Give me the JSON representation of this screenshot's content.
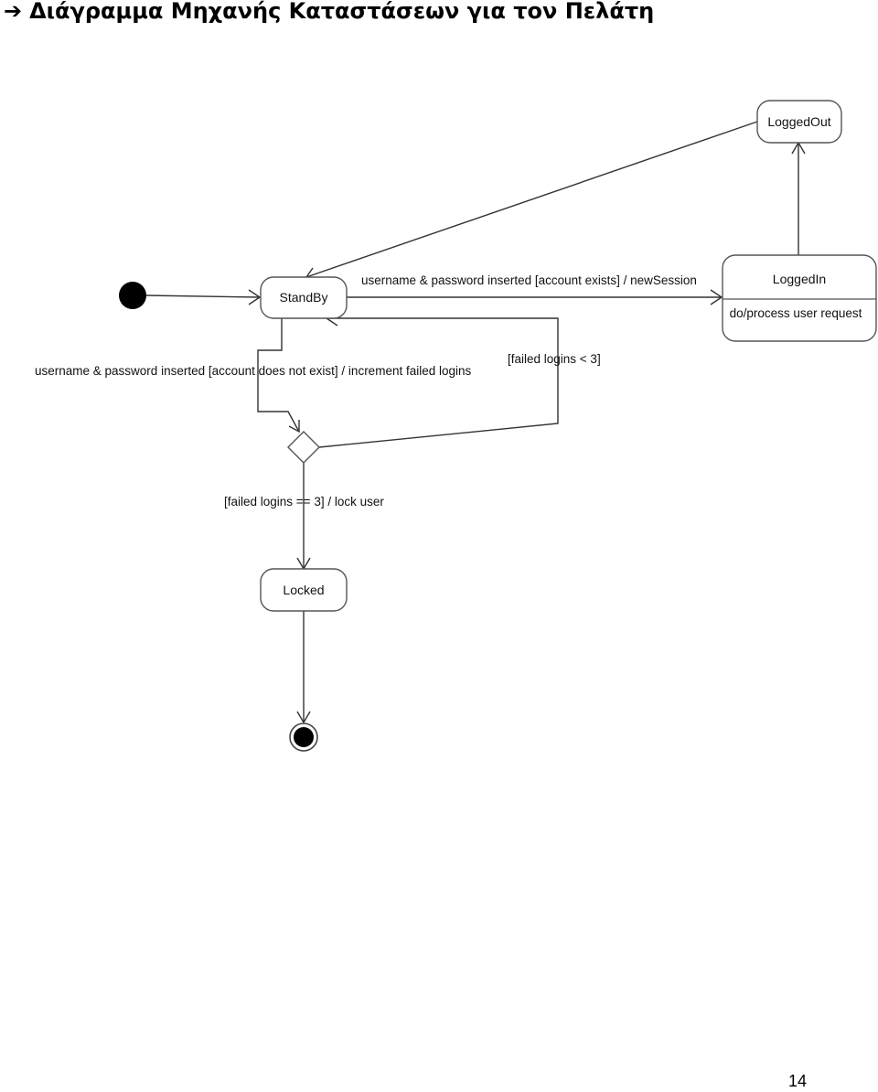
{
  "heading": {
    "arrow_icon": "➔",
    "title": "Διάγραμμα Μηχανής Καταστάσεων για τον Πελάτη"
  },
  "states": {
    "logged_out": "LoggedOut",
    "stand_by": "StandBy",
    "logged_in": "LoggedIn",
    "logged_in_activity": "do/process user request",
    "locked": "Locked"
  },
  "transitions": {
    "login_success": "username & password inserted [account exists] / newSession",
    "login_failed": "username & password inserted [account does not exist] / increment failed logins",
    "retry_allowed": "[failed logins < 3]",
    "lock_user": "[failed logins == 3] / lock user"
  },
  "page_number": "14"
}
